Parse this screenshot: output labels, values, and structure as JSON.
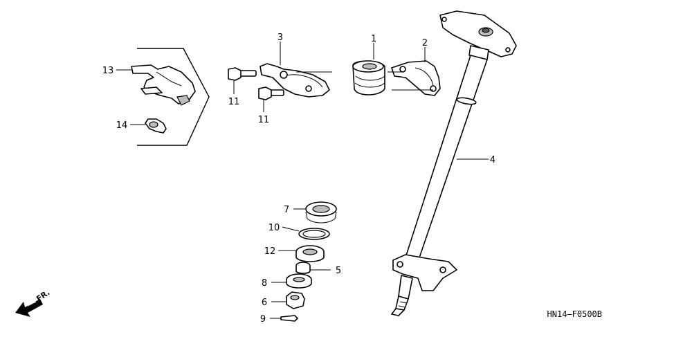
{
  "diagram_code": "HN14—F0500B",
  "direction_marker": "FR.",
  "callouts": {
    "c1": "1",
    "c2": "2",
    "c3": "3",
    "c4": "4",
    "c5": "5",
    "c6": "6",
    "c7": "7",
    "c8": "8",
    "c9": "9",
    "c10": "10",
    "c11a": "11",
    "c11b": "11",
    "c12": "12",
    "c13": "13",
    "c14": "14"
  }
}
